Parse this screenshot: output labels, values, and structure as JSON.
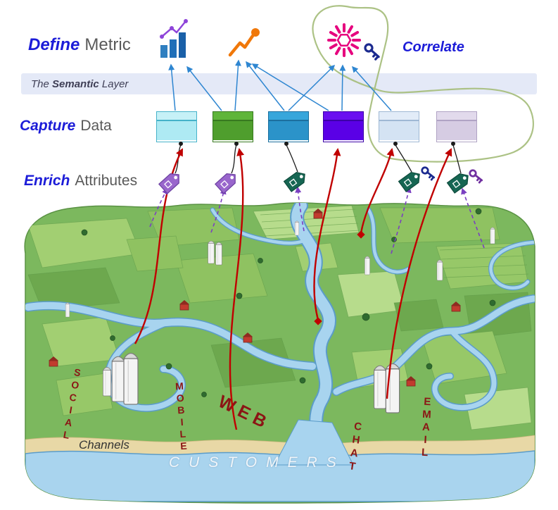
{
  "labels": {
    "define": "Define",
    "metric": "Metric",
    "semantic_pre": "The ",
    "semantic_bold": "Semantic",
    "semantic_post": " Layer",
    "capture": "Capture",
    "data": "Data",
    "enrich": "Enrich",
    "attributes": "Attributes",
    "correlate": "Correlate",
    "channels": "Channels",
    "customers": "CUSTOMERS"
  },
  "channels": {
    "social": "SOCIAL",
    "mobile": "MOBILE",
    "web": "WEB",
    "chat": "CHAT",
    "email": "EMAIL"
  },
  "tables": [
    {
      "header": "#c6f1f7",
      "body": "#aeeaf3",
      "border": "#45b2c9"
    },
    {
      "header": "#5fb53a",
      "body": "#4f9e2d",
      "border": "#37791f"
    },
    {
      "header": "#37a6db",
      "body": "#2b93c9",
      "border": "#1b6f9e"
    },
    {
      "header": "#6a10f0",
      "body": "#5a00e6",
      "border": "#3c00a8"
    },
    {
      "header": "#e2ecf8",
      "body": "#d4e3f3",
      "border": "#9fb8d4"
    },
    {
      "header": "#e2daec",
      "body": "#d6cce3",
      "border": "#b0a3c4"
    }
  ],
  "colors": {
    "accent-blue": "#1c1cd8",
    "label-gray": "#595959",
    "semantic-band": "#e4e9f7",
    "semantic-text": "#3f3f56",
    "maroon": "#8b1515",
    "customers-color": "#f0f5f9",
    "channels-color": "#333333",
    "arrow-blue": "#2e86d1",
    "arrow-red": "#c00000",
    "arrow-purple": "#7a3fc1",
    "blob-green": "#a8bf7e",
    "sunburst-pink": "#e6007e",
    "trend-orange": "#f0780a",
    "bar-blue": "#1f6fb8",
    "trend-purple": "#8e44d9",
    "tag-purple": "#9966cc",
    "tag-teal": "#166653",
    "key-navy": "#1b2a8f",
    "key-purple": "#7030a0"
  },
  "icons": {
    "bar_chart": "bar-chart-icon",
    "trend_line": "trend-line-icon",
    "sunburst": "sunburst-icon",
    "key_navy": "key-icon-navy",
    "key_purple": "key-icon-purple",
    "tag_purple": "tag-icon-purple",
    "tag_teal": "tag-icon-teal"
  }
}
